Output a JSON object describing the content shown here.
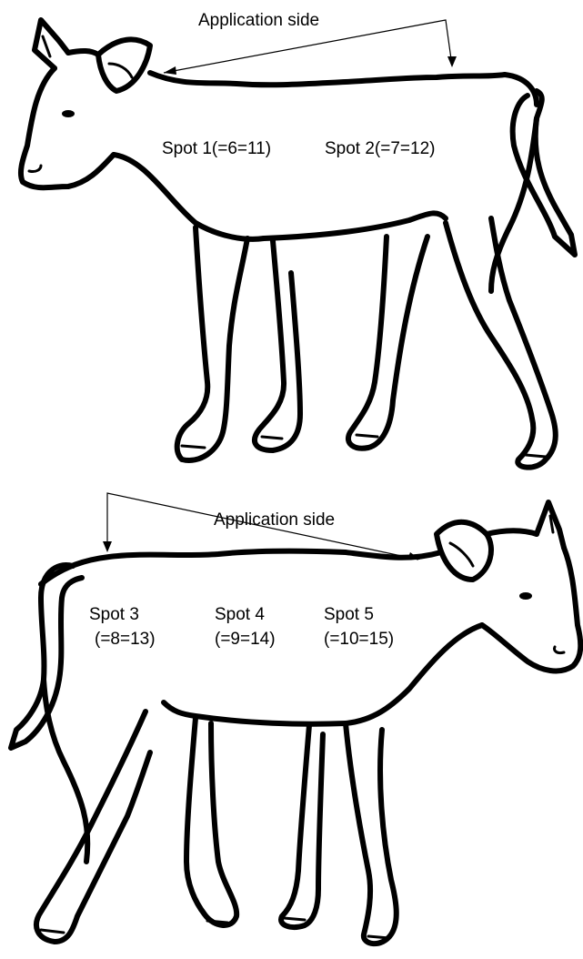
{
  "top_calf": {
    "application_label": "Application side",
    "spots": [
      {
        "line1": "Spot 1(=6=11)"
      },
      {
        "line1": "Spot 2(=7=12)"
      }
    ]
  },
  "bottom_calf": {
    "application_label": "Application side",
    "spots": [
      {
        "line1": "Spot 3",
        "line2": "(=8=13)"
      },
      {
        "line1": "Spot 4",
        "line2": "(=9=14)"
      },
      {
        "line1": "Spot 5",
        "line2": "(=10=15)"
      }
    ]
  }
}
